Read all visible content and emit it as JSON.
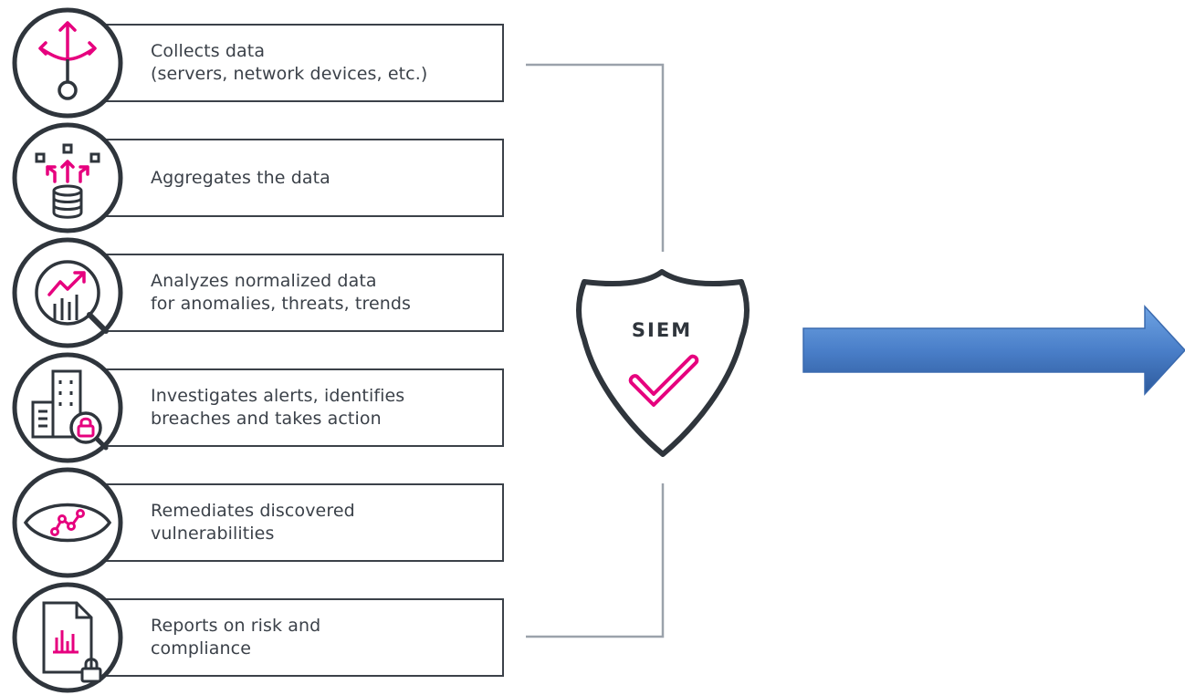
{
  "steps": [
    {
      "line1": "Collects data",
      "line2": "(servers, network devices, etc.)",
      "icon": "arrows-split-icon"
    },
    {
      "line1": "Aggregates the data",
      "line2": "",
      "icon": "database-aggregate-icon"
    },
    {
      "line1": "Analyzes normalized data",
      "line2": "for anomalies, threats, trends",
      "icon": "chart-magnifier-icon"
    },
    {
      "line1": "Investigates alerts, identifies",
      "line2": "breaches and takes action",
      "icon": "building-lock-icon"
    },
    {
      "line1": "Remediates discovered",
      "line2": "vulnerabilities",
      "icon": "eye-graph-icon"
    },
    {
      "line1": "Reports on risk and",
      "line2": "compliance",
      "icon": "report-lock-icon"
    }
  ],
  "center": {
    "label": "SIEM",
    "icon": "shield-check-icon"
  },
  "colors": {
    "accent": "#e6007e",
    "dark": "#3b4149",
    "connector": "#9ba2ab",
    "arrow": "#4a7fc9"
  }
}
